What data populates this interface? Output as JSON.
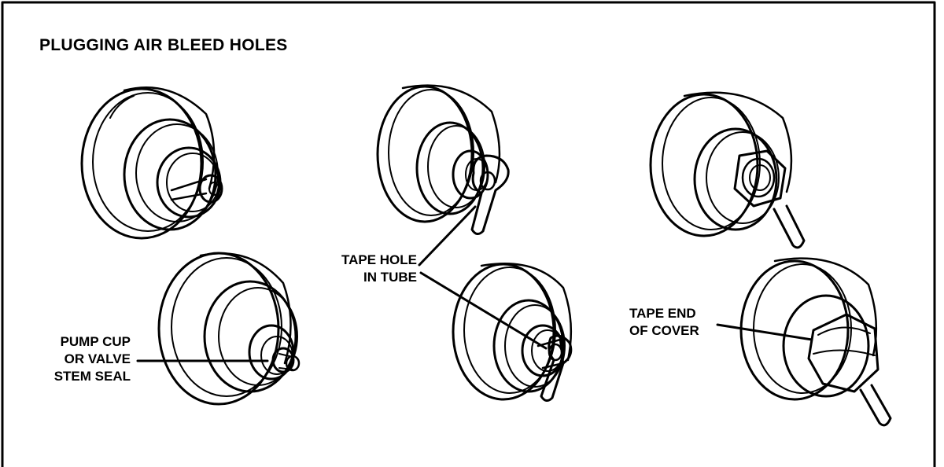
{
  "title": "PLUGGING AIR BLEED HOLES",
  "labels": {
    "pump_cup": [
      "PUMP CUP",
      "OR VALVE",
      "STEM SEAL"
    ],
    "tape_hole": [
      "TAPE HOLE",
      "IN TUBE"
    ],
    "tape_end": [
      "TAPE END",
      "OF COVER"
    ]
  },
  "colors": {
    "ink": "#000000",
    "paper": "#ffffff"
  }
}
